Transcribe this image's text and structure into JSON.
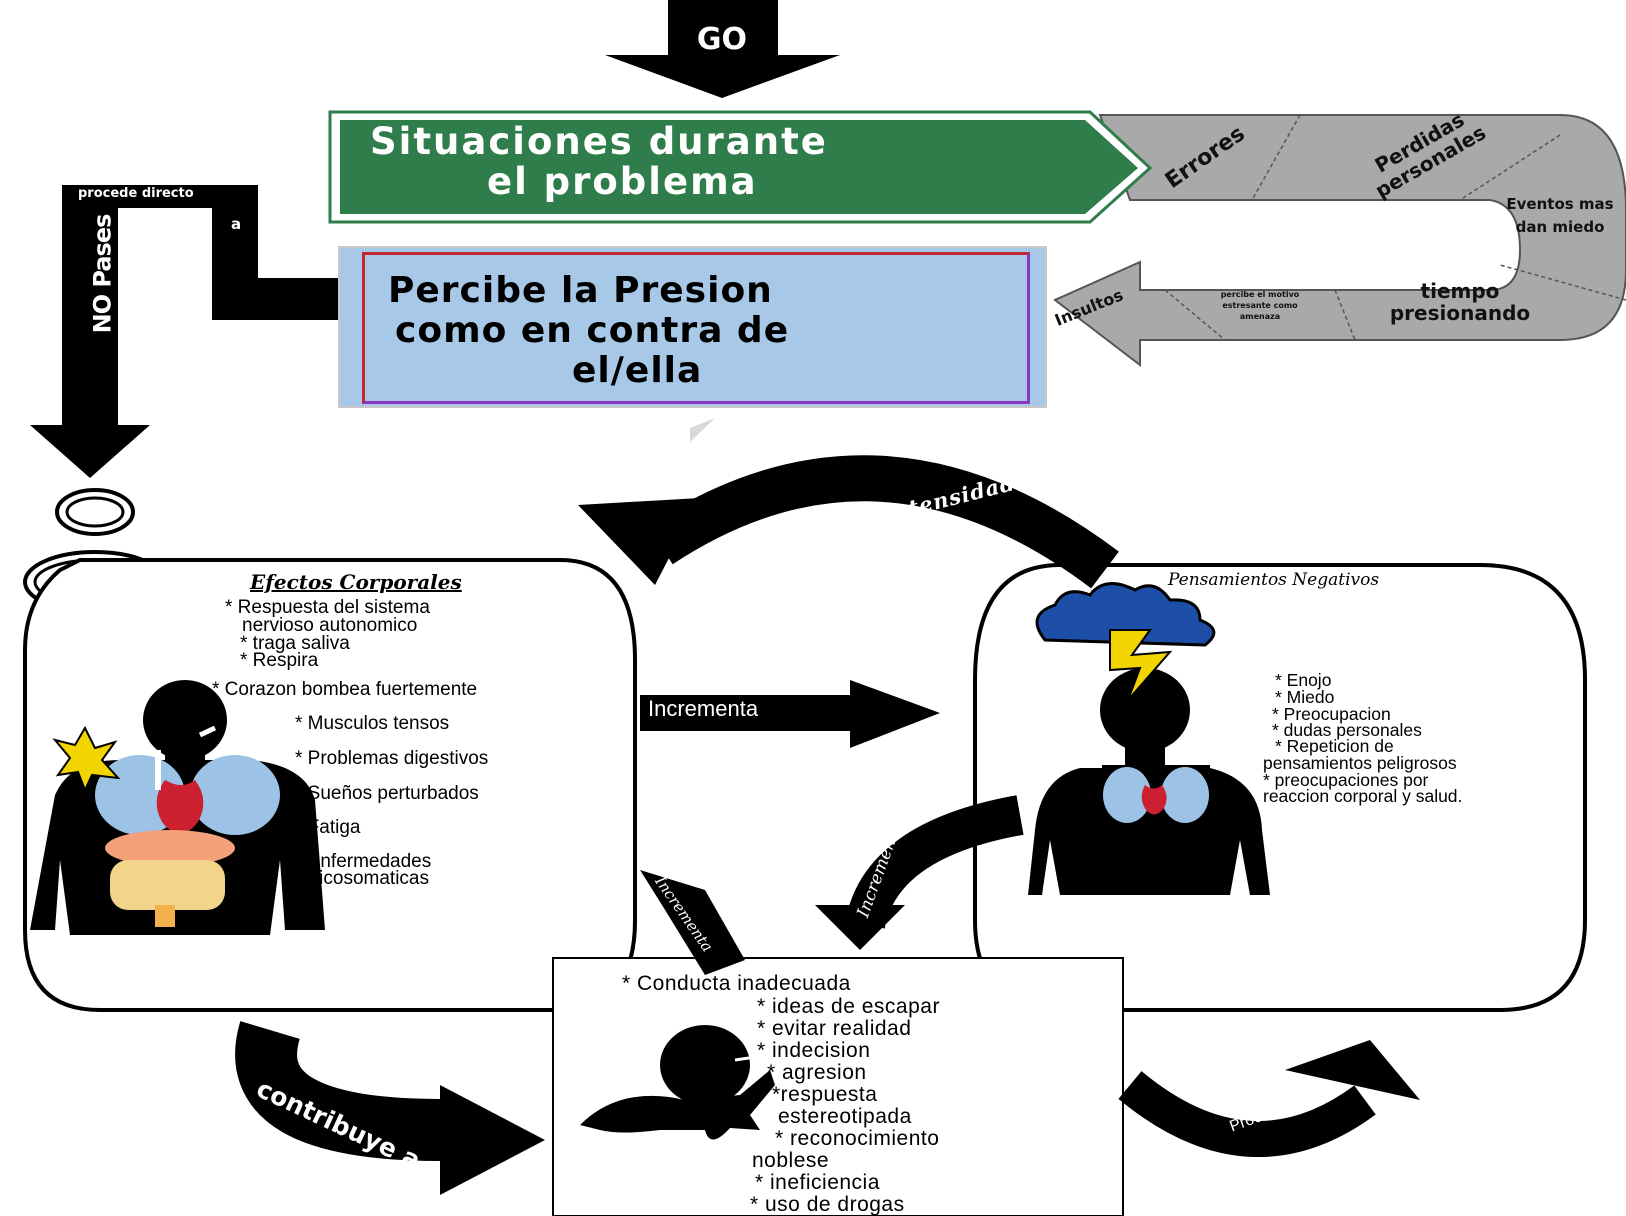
{
  "top": {
    "go_label": "GO"
  },
  "situations": {
    "title_line1": "Situaciones durante",
    "title_line2": "el problema"
  },
  "cycle_sectors": {
    "errores": "Errores",
    "perdidas": "Perdidas personales",
    "eventos": "Eventos mas dan miedo",
    "tiempo": "tiempo presionando",
    "percibe_motivo": "percibe el motivo estresante como amenaza",
    "insultos": "Insultos"
  },
  "perceive": {
    "line1": "Percibe la Presion",
    "line2": "como en contra de",
    "line3": "el/ella"
  },
  "left_path": {
    "procede_directo": "procede directo",
    "a": "a",
    "no_pases": "NO Pases"
  },
  "arrows": {
    "adherido": "Adherido a la iIntensidad de..",
    "incrementa_right": "Incrementa",
    "incrementa_diag": "Incrementa",
    "incrementa_up": "Incrementa",
    "contribuye": "contribuye a",
    "proceda": "Proceda a :"
  },
  "body_effects": {
    "title": "Efectos Corporales",
    "items": [
      "* Respuesta del sistema",
      "nervioso autonomico",
      "* traga saliva",
      "* Respira",
      "* Corazon bombea fuertemente",
      "* Musculos tensos",
      "* Problemas digestivos",
      "* Sueños perturbados",
      "* Fatiga",
      "* Enfermedades",
      "Psicosomaticas"
    ]
  },
  "negative_thoughts": {
    "title": "Pensamientos Negativos",
    "items": [
      "* Enojo",
      "* Miedo",
      "* Preocupacion",
      "* dudas personales",
      "* Repeticion de",
      "pensamientos peligrosos",
      "* preocupaciones por",
      "reaccion corporal y salud."
    ]
  },
  "behavior": {
    "items": [
      "* Conducta inadecuada",
      "* ideas de escapar",
      "* evitar realidad",
      "* indecision",
      "* agresion",
      "*respuesta",
      "estereotipada",
      "* reconocimiento",
      "noblese",
      "* ineficiencia",
      "* uso de drogas"
    ]
  },
  "colors": {
    "green_sign": "#2e7d4a",
    "blue_box": "#a8c8e8",
    "gray_cycle": "#a9a9a9",
    "cloud": "#1e4fa8",
    "bolt": "#f2d500",
    "heart": "#cc1f2f",
    "lungs": "#9cc3e6"
  }
}
